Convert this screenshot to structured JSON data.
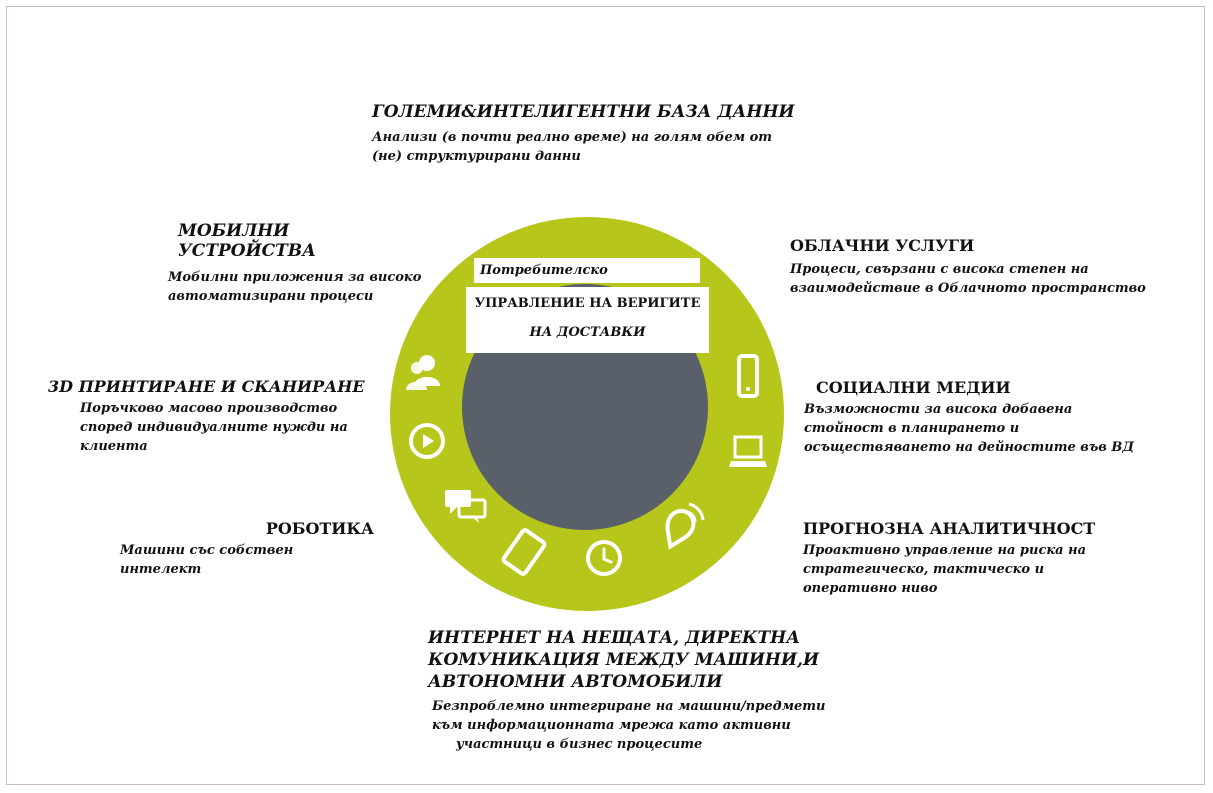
{
  "colors": {
    "ring": "#b7c61a",
    "hub": "#5a6069",
    "icon": "#ffffff",
    "text": "#111111",
    "frame": "#c9bdb6"
  },
  "center": {
    "label_top": "Потребителско изживяване",
    "label_main_1": "УПРАВЛЕНИЕ НА ВЕРИГИТЕ",
    "label_main_2": "НА ДОСТАВКИ"
  },
  "topics": {
    "big_data": {
      "title": "ГОЛЕМИ&ИНТЕЛИГЕНТНИ БАЗА ДАННИ",
      "desc_1": "Анализи (в почти реално време) на голям обем от",
      "desc_2": "(не) структурирани данни"
    },
    "mobile": {
      "title": "МОБИЛНИ УСТРОЙСТВА",
      "desc_1": "Мобилни приложения за високо",
      "desc_2": "автоматизирани процеси"
    },
    "cloud": {
      "title": "ОБЛАЧНИ УСЛУГИ",
      "desc_1": "Процеси, свързани с висока степен на",
      "desc_2": "взаимодействие в Облачното пространство"
    },
    "printing": {
      "title": "3D ПРИНТИРАНЕ И СКАНИРАНЕ",
      "desc_1": "Поръчково масово производство",
      "desc_2": "според индивидуалните нужди на",
      "desc_3": "клиента"
    },
    "social": {
      "title": "СОЦИАЛНИ МЕДИИ",
      "desc_1": "Възможности за висока добавена",
      "desc_2": "стойност в планирането и",
      "desc_3": "осъществяването на дейностите във ВД"
    },
    "robotics": {
      "title": "РОБОТИКА",
      "desc_1": "Машини със собствен интелект"
    },
    "predictive": {
      "title": "ПРОГНОЗНА АНАЛИТИЧНОСТ",
      "desc_1": "Проактивно управление на риска на",
      "desc_2": "стратегическо, тактическо и",
      "desc_3": "оперативно ниво"
    },
    "iot": {
      "title_1": "ИНТЕРНЕТ НА НЕЩАТА, ДИРЕКТНА",
      "title_2": "КОМУНИКАЦИЯ МЕЖДУ МАШИНИ,И",
      "title_3": "АВТОНОМНИ АВТОМОБИЛИ",
      "desc_1": "Безпроблемно интегриране на машини/предмети",
      "desc_2": "към информационната мрежа като активни",
      "desc_3": "участници в бизнес процесите"
    }
  },
  "icons": [
    "users-icon",
    "play-icon",
    "chat-icon",
    "tablet-icon",
    "clock-icon",
    "location-signal-icon",
    "laptop-icon",
    "smartphone-icon"
  ]
}
